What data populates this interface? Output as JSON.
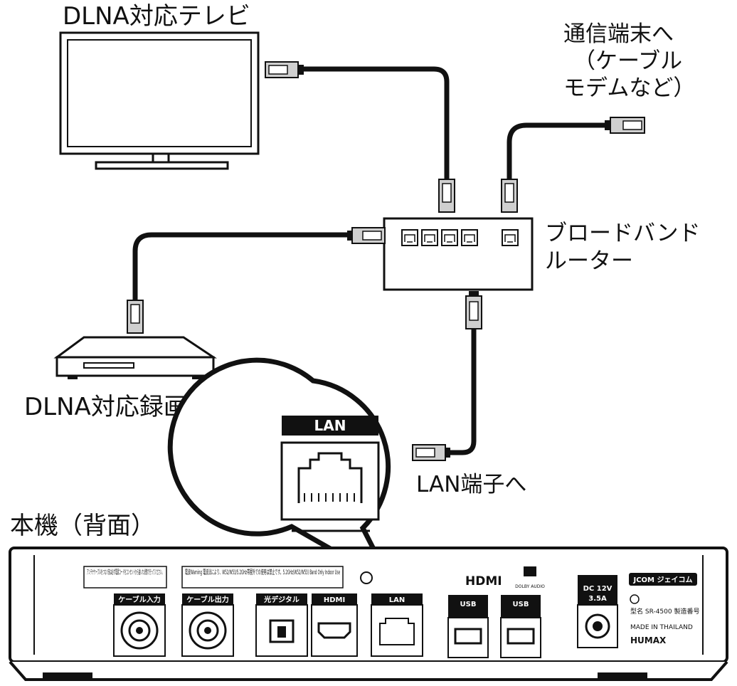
{
  "labels": {
    "tv": "DLNA対応テレビ",
    "comm_line1": "通信端末へ",
    "comm_line2": "（ケーブル",
    "comm_line3": "モデムなど）",
    "router_line1": "ブロードバンド",
    "router_line2": "ルーター",
    "recorder": "DLNA対応録画機器",
    "lan_port": "LAN端子へ",
    "main_unit": "本機（背面）"
  },
  "zoom": {
    "port_label": "LAN"
  },
  "rear_panel": {
    "note_left": "アンテナケーブルをつなぐ前は必ず電源コードをコンセントから抜いた状態で行ってください。",
    "note_warning": "電波Warning 電波法により、W52/W53/5.2GHz帯屋外での使用は禁止です。5.2GHz(W52/W53) Band Only Indoor Use",
    "ports": [
      {
        "label": "ケーブル入力"
      },
      {
        "label": "ケーブル出力"
      },
      {
        "label": "光デジタル"
      },
      {
        "label": "HDMI"
      },
      {
        "label": "LAN"
      },
      {
        "label": "USB"
      },
      {
        "label": "USB"
      }
    ],
    "hdmi_logo": "HDMI",
    "dolby": "DOLBY AUDIO",
    "dc_label": "DC 12V",
    "dc_amps": "3.5A",
    "brand_badge": "JCOM ジェイコム",
    "brand": "HUMAX",
    "model_info": "型名 SR-4500 製造番号",
    "made_in": "MADE IN THAILAND"
  }
}
